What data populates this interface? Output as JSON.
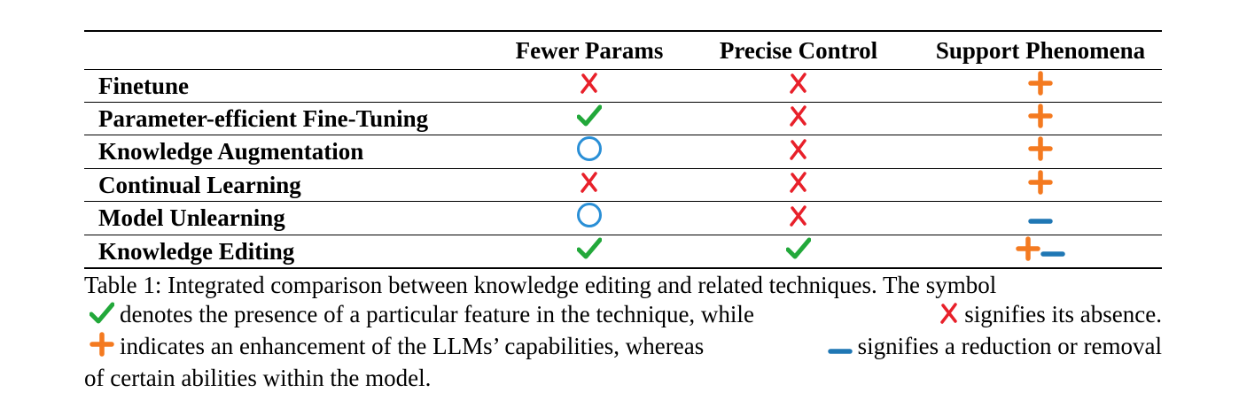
{
  "table": {
    "headers": [
      "",
      "Fewer Params",
      "Precise Control",
      "Support Phenomena"
    ],
    "rows": [
      {
        "name": "Finetune",
        "cells": [
          "cross",
          "cross",
          "plus"
        ]
      },
      {
        "name": "Parameter-efficient Fine-Tuning",
        "cells": [
          "check",
          "cross",
          "plus"
        ]
      },
      {
        "name": "Knowledge Augmentation",
        "cells": [
          "circle",
          "cross",
          "plus"
        ]
      },
      {
        "name": "Continual Learning",
        "cells": [
          "cross",
          "cross",
          "plus"
        ]
      },
      {
        "name": "Model Unlearning",
        "cells": [
          "circle",
          "cross",
          "minus"
        ]
      },
      {
        "name": "Knowledge Editing",
        "cells": [
          "check",
          "check",
          "plus-minus"
        ]
      }
    ]
  },
  "colors": {
    "check": "#22a83a",
    "cross": "#e8202a",
    "plus": "#f47a20",
    "minus": "#1f77b4",
    "circle": "#2a8fd6"
  },
  "caption": {
    "line1": "Table 1: Integrated comparison between knowledge editing and related techniques. The symbol",
    "line2a": "denotes the presence of a particular feature in the technique, while",
    "line2b": "signifies its absence.",
    "line3a": "indicates an enhancement of the LLMs’ capabilities, whereas",
    "line3b": "signifies a reduction or removal",
    "line4": "of certain abilities within the model."
  }
}
